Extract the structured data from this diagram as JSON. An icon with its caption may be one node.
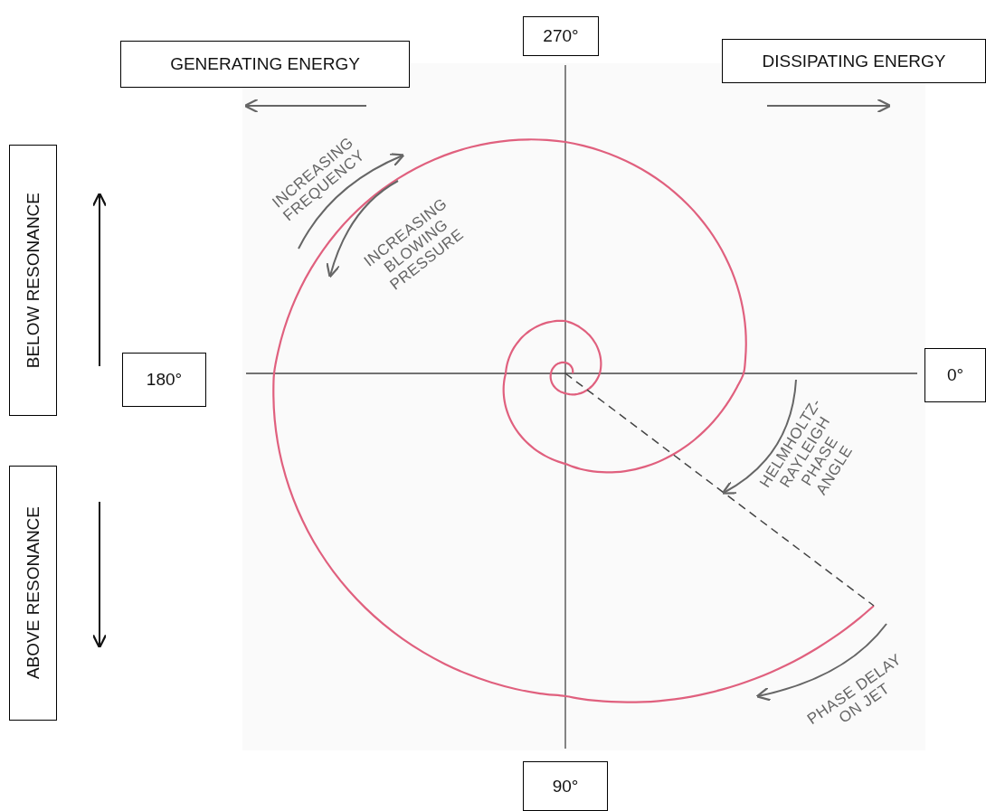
{
  "diagram": {
    "nodes": [
      {
        "text": [
          "GENERATING ENERGY"
        ]
      },
      {
        "text": [
          "270°"
        ]
      },
      {
        "text": [
          "DISSIPATING ENERGY"
        ]
      },
      {
        "text": [
          "BELOW RESONANCE"
        ]
      },
      {
        "text": [
          "180°"
        ]
      },
      {
        "text": [
          "0°"
        ]
      },
      {
        "text": [
          "ABOVE RESONANCE"
        ]
      },
      {
        "text": [
          "90°"
        ]
      }
    ],
    "labels": [
      "INCREASING FREQUENCY",
      "INCREASING BLOWING PRESSURE",
      "HELMHOLTZ-RAYLEIGH PHASE ANGLE",
      "PHASE DELAY ON JET"
    ]
  }
}
